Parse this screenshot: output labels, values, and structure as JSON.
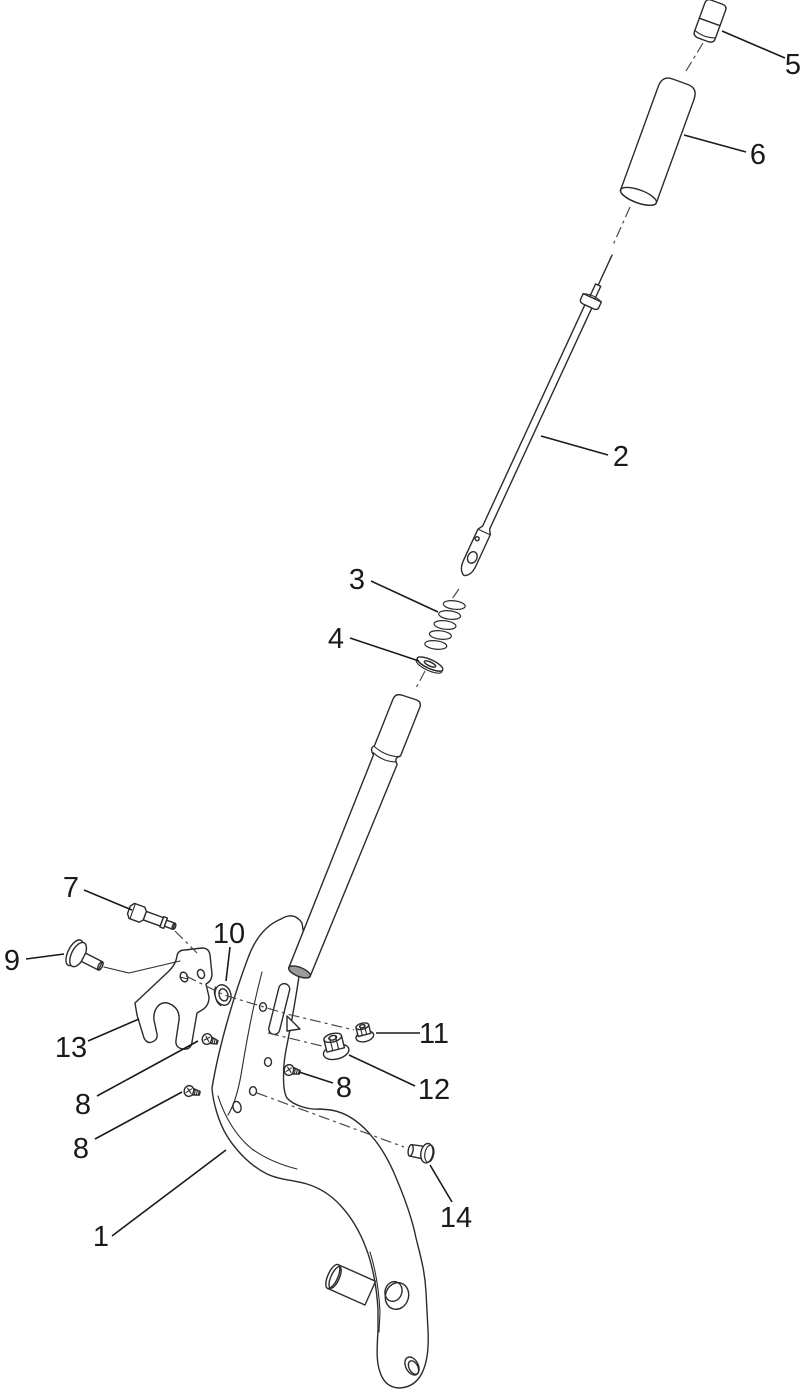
{
  "diagram": {
    "background_color": "#ffffff",
    "line_color": "#2b2b2b",
    "label_color": "#1a1a1a",
    "callouts": [
      {
        "id": "callout-1",
        "label": "1"
      },
      {
        "id": "callout-2",
        "label": "2"
      },
      {
        "id": "callout-3",
        "label": "3"
      },
      {
        "id": "callout-4",
        "label": "4"
      },
      {
        "id": "callout-5",
        "label": "5"
      },
      {
        "id": "callout-6",
        "label": "6"
      },
      {
        "id": "callout-7",
        "label": "7"
      },
      {
        "id": "callout-8a",
        "label": "8"
      },
      {
        "id": "callout-8b",
        "label": "8"
      },
      {
        "id": "callout-8c",
        "label": "8"
      },
      {
        "id": "callout-9",
        "label": "9"
      },
      {
        "id": "callout-10",
        "label": "10"
      },
      {
        "id": "callout-11",
        "label": "11"
      },
      {
        "id": "callout-12",
        "label": "12"
      },
      {
        "id": "callout-13",
        "label": "13"
      },
      {
        "id": "callout-14",
        "label": "14"
      }
    ]
  }
}
